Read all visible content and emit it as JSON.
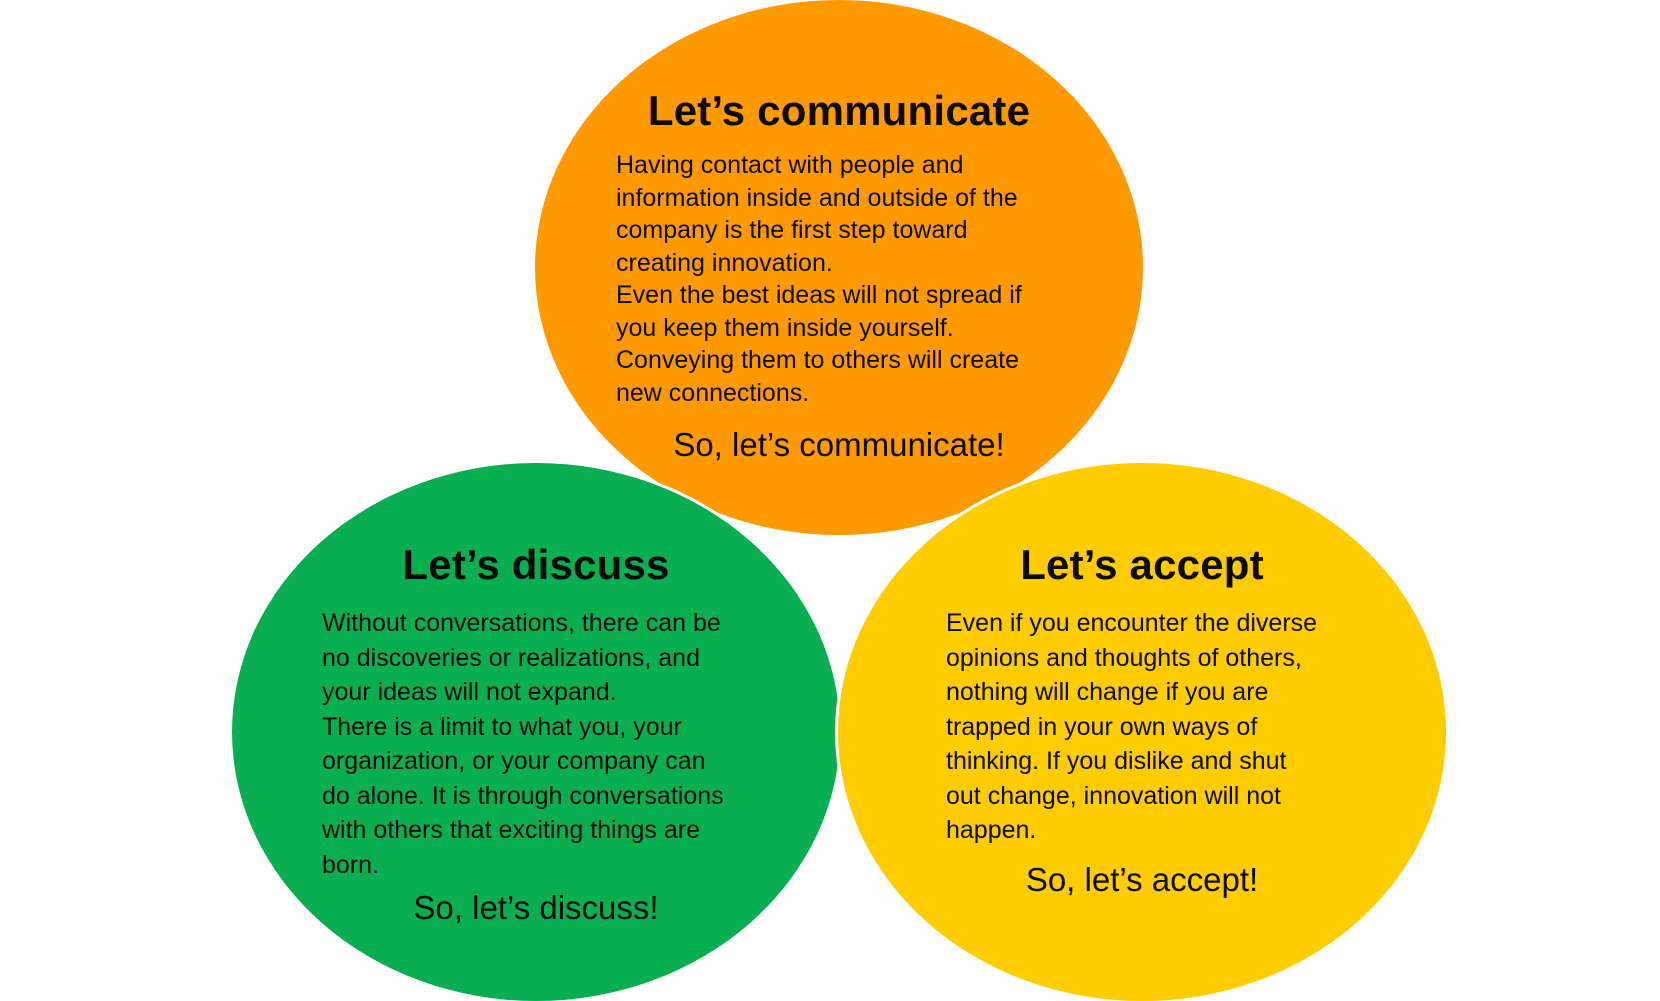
{
  "colors": {
    "background": "#ffffff",
    "communicate": "#ff9900",
    "discuss": "#09ae50",
    "accept": "#ffcc00",
    "text": "#0a0a0a"
  },
  "circles": [
    {
      "id": "communicate",
      "title": "Let’s communicate",
      "body_lines": [
        "Having contact with people and",
        "information inside and outside of the",
        "company is the first step toward",
        "creating innovation.",
        "Even the best ideas will not spread if",
        "you keep them inside yourself.",
        "Conveying them to others will create",
        "new connections."
      ],
      "closing": "So, let’s communicate!"
    },
    {
      "id": "discuss",
      "title": "Let’s discuss",
      "body_lines": [
        "Without conversations, there can be",
        "no discoveries or realizations, and",
        "your ideas will not expand.",
        "There is a limit to what you, your",
        "organization, or your company can",
        "do alone. It is through conversations",
        "with others that exciting things are",
        "born."
      ],
      "closing": "So, let’s discuss!"
    },
    {
      "id": "accept",
      "title": "Let’s accept",
      "body_lines": [
        "Even if you encounter the diverse",
        "opinions and thoughts of others,",
        "nothing will change if you are",
        "trapped in your own ways of",
        "thinking. If you dislike and shut",
        "out change, innovation will not",
        "happen."
      ],
      "closing": "So, let’s accept!"
    }
  ]
}
